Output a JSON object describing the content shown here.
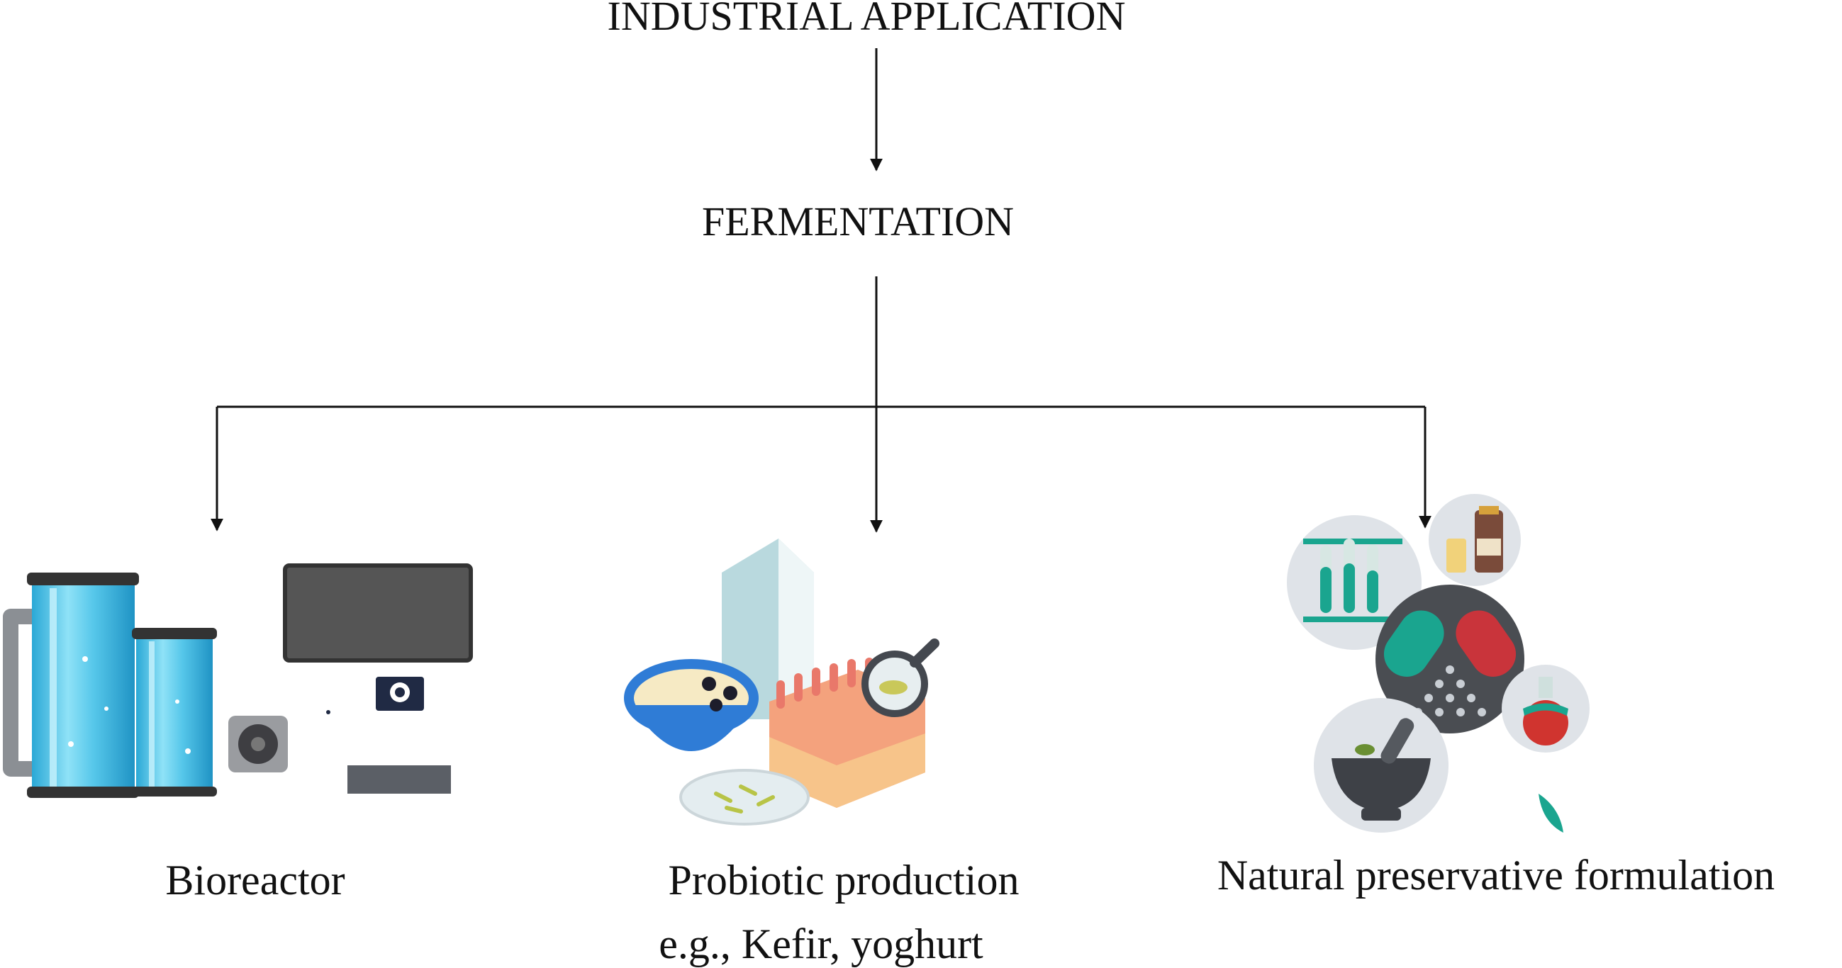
{
  "diagram": {
    "title": "INDUSTRIAL  APPLICATION",
    "process": "FERMENTATION",
    "branches": [
      {
        "label": "Bioreactor"
      },
      {
        "label": "Probiotic production",
        "sublabel": "e.g., Kefir, yoghurt"
      },
      {
        "label": "Natural preservative  formulation"
      }
    ]
  },
  "colors": {
    "line": "#111111",
    "glass": "#56c7ea",
    "panel": "#555555",
    "teal": "#1aa58f",
    "red": "#c9343b",
    "badge": "#dfe3e8",
    "milk": "#b9d9de",
    "bowl": "#2f7cd6",
    "skin": "#f4a27d"
  }
}
